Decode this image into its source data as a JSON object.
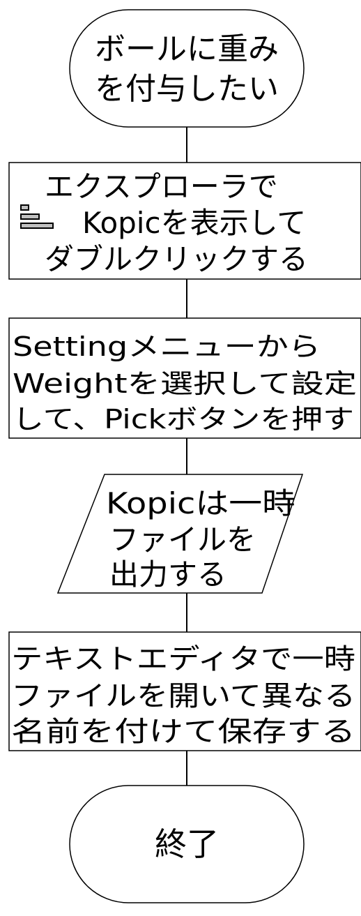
{
  "flowchart": {
    "start": {
      "lines": [
        "ボールに重み",
        "を付与したい"
      ]
    },
    "step1": {
      "lines": [
        "エクスプローラで",
        "Kopicを表示して",
        "ダブルクリックする"
      ],
      "icon": "folder-tree-icon"
    },
    "step2": {
      "lines": [
        "Settingメニューから",
        "Weightを選択して設定",
        "して、Pickボタンを押す"
      ]
    },
    "io": {
      "lines": [
        "Kopicは一時",
        "ファイルを",
        "出力する"
      ]
    },
    "step3": {
      "lines": [
        "テキストエディタで一時",
        "ファイルを開いて異なる",
        "名前を付けて保存する"
      ]
    },
    "end": {
      "label": "終了"
    }
  },
  "colors": {
    "stroke": "#000000",
    "icon_fill": "#c0c0c0"
  }
}
